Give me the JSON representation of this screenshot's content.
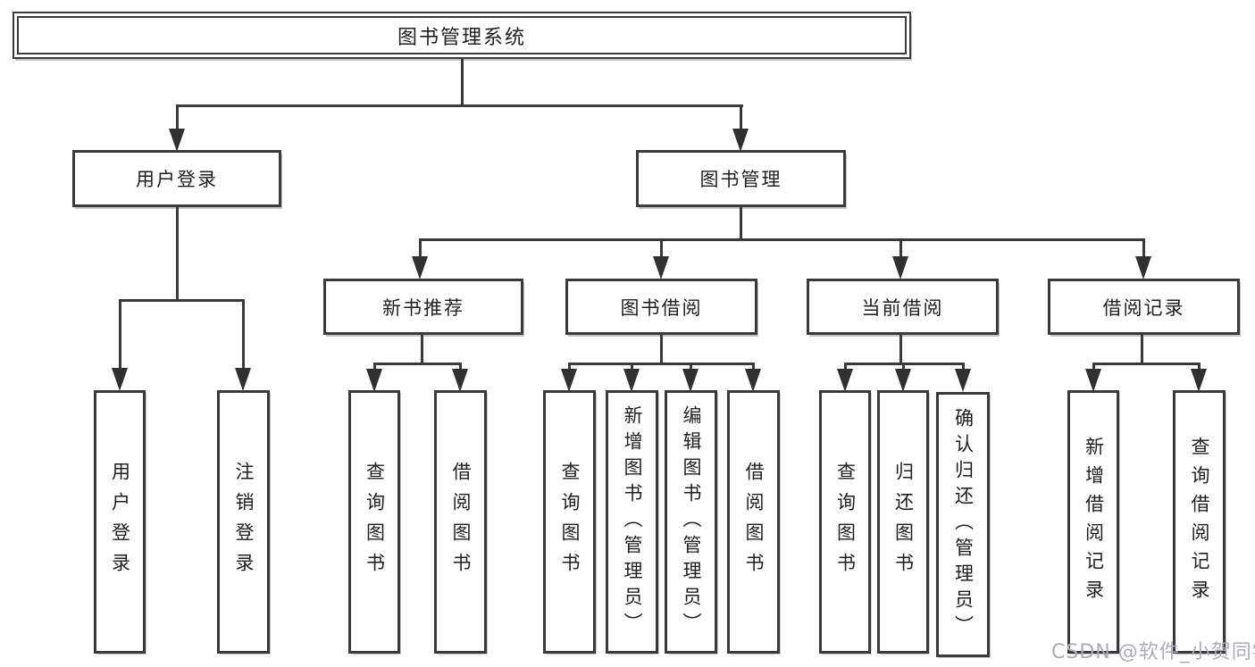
{
  "colors": {
    "line": "#3a3a3a",
    "text": "#1f1f1f",
    "watermark": "#a9aeb6",
    "background": "#ffffff"
  },
  "watermark": {
    "text": "CSDN @软件_小贺同学"
  },
  "tree": {
    "root": {
      "label": "图书管理系统"
    },
    "branches": [
      {
        "label": "用户登录",
        "children": [
          {
            "label": "用户登录"
          },
          {
            "label": "注销登录"
          }
        ]
      },
      {
        "label": "图书管理",
        "groups": [
          {
            "label": "新书推荐",
            "children": [
              {
                "label": "查询图书"
              },
              {
                "label": "借阅图书"
              }
            ]
          },
          {
            "label": "图书借阅",
            "children": [
              {
                "label": "查询图书"
              },
              {
                "label": "新增图书（管理员）"
              },
              {
                "label": "编辑图书（管理员）"
              },
              {
                "label": "借阅图书"
              }
            ]
          },
          {
            "label": "当前借阅",
            "children": [
              {
                "label": "查询图书"
              },
              {
                "label": "归还图书"
              },
              {
                "label": "确认归还（管理员）"
              }
            ]
          },
          {
            "label": "借阅记录",
            "children": [
              {
                "label": "新增借阅记录"
              },
              {
                "label": "查询借阅记录"
              }
            ]
          }
        ]
      }
    ]
  }
}
